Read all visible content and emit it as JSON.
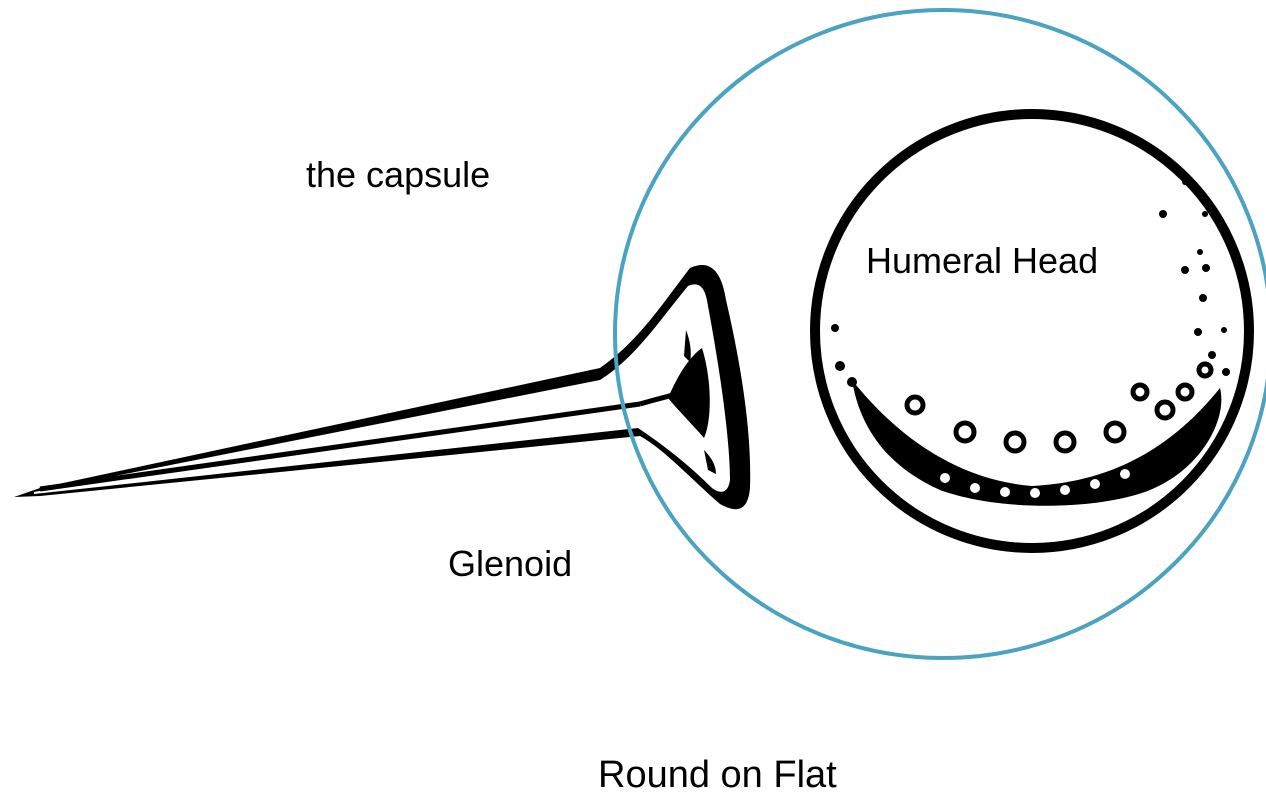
{
  "labels": {
    "capsule": "the capsule",
    "humeral_head": "Humeral Head",
    "glenoid": "Glenoid",
    "caption": "Round on Flat"
  },
  "colors": {
    "capsule_ring": "#4aa3c0",
    "ink": "#000000",
    "background": "#ffffff"
  },
  "icons": {
    "tee": "golf-tee-icon",
    "ball": "golf-ball-icon"
  }
}
